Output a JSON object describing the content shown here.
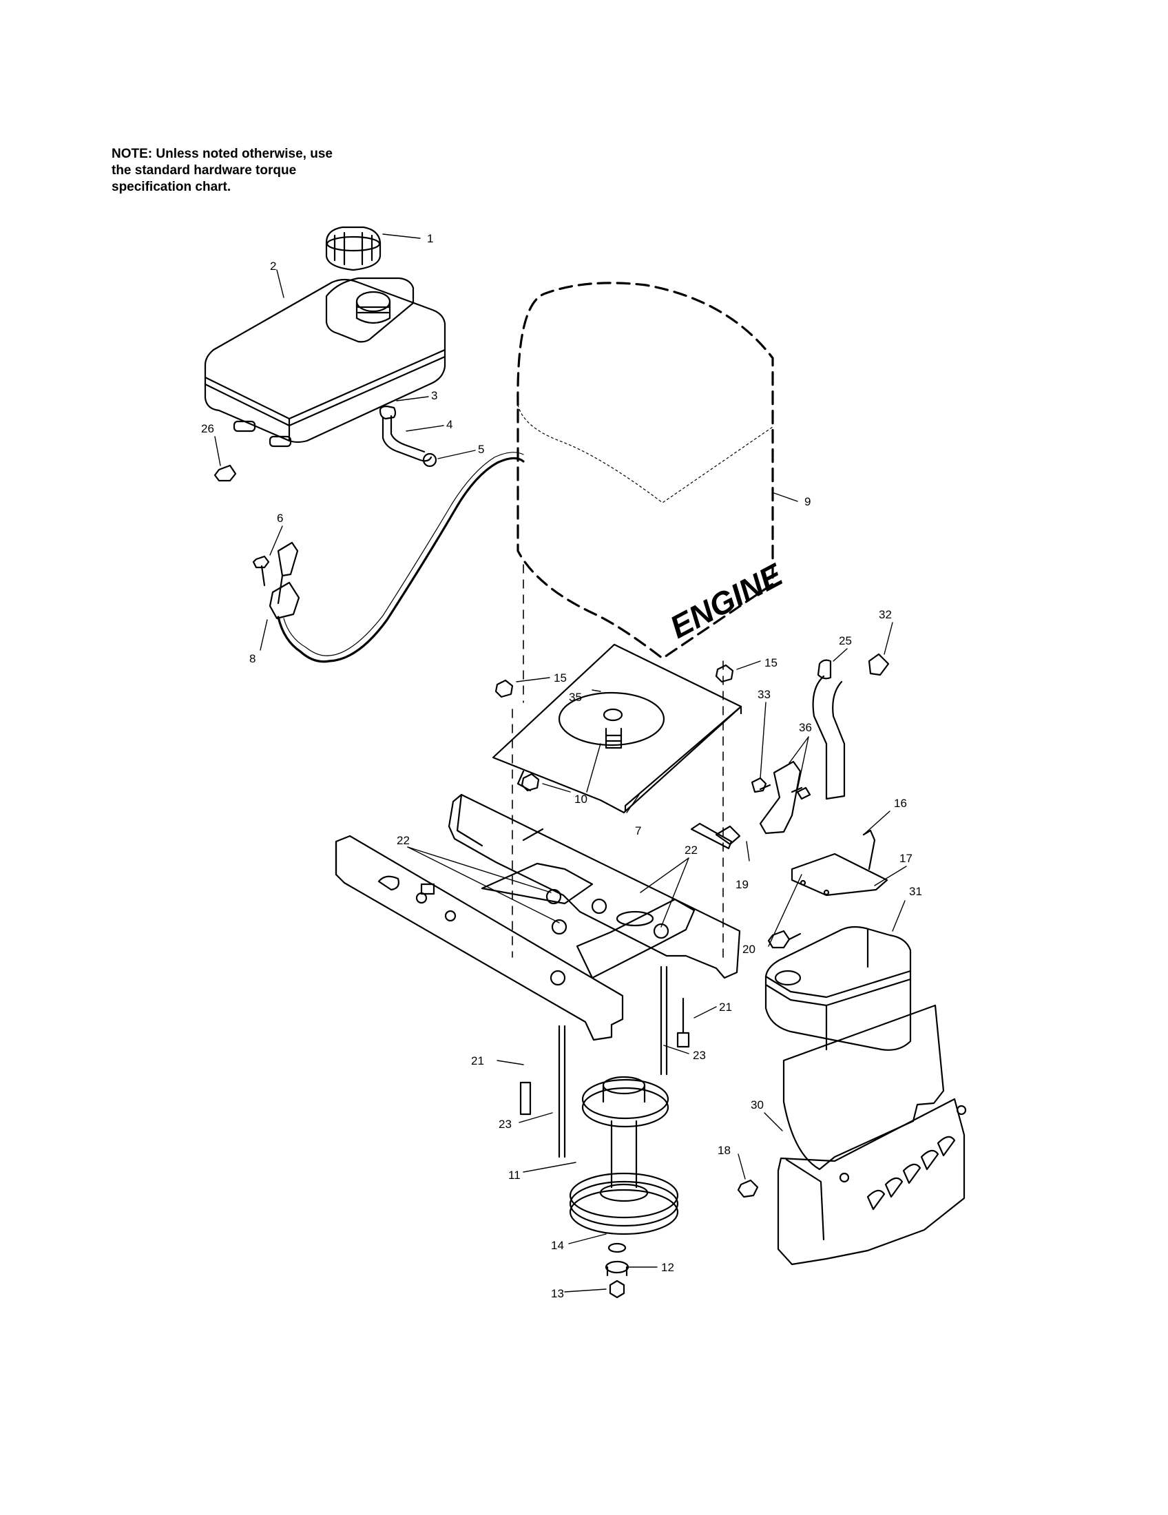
{
  "note": {
    "lines": [
      "NOTE: Unless noted otherwise, use",
      "the standard hardware torque",
      "specification chart."
    ]
  },
  "engine_label": "ENGINE",
  "callouts": [
    "1",
    "2",
    "3",
    "4",
    "5",
    "26",
    "6",
    "8",
    "9",
    "15",
    "15",
    "25",
    "32",
    "33",
    "35",
    "36",
    "10",
    "7",
    "16",
    "22",
    "22",
    "17",
    "19",
    "31",
    "20",
    "21",
    "21",
    "23",
    "23",
    "18",
    "30",
    "11",
    "14",
    "12",
    "13"
  ],
  "colors": {
    "ink": "#000000",
    "paper": "#ffffff"
  }
}
